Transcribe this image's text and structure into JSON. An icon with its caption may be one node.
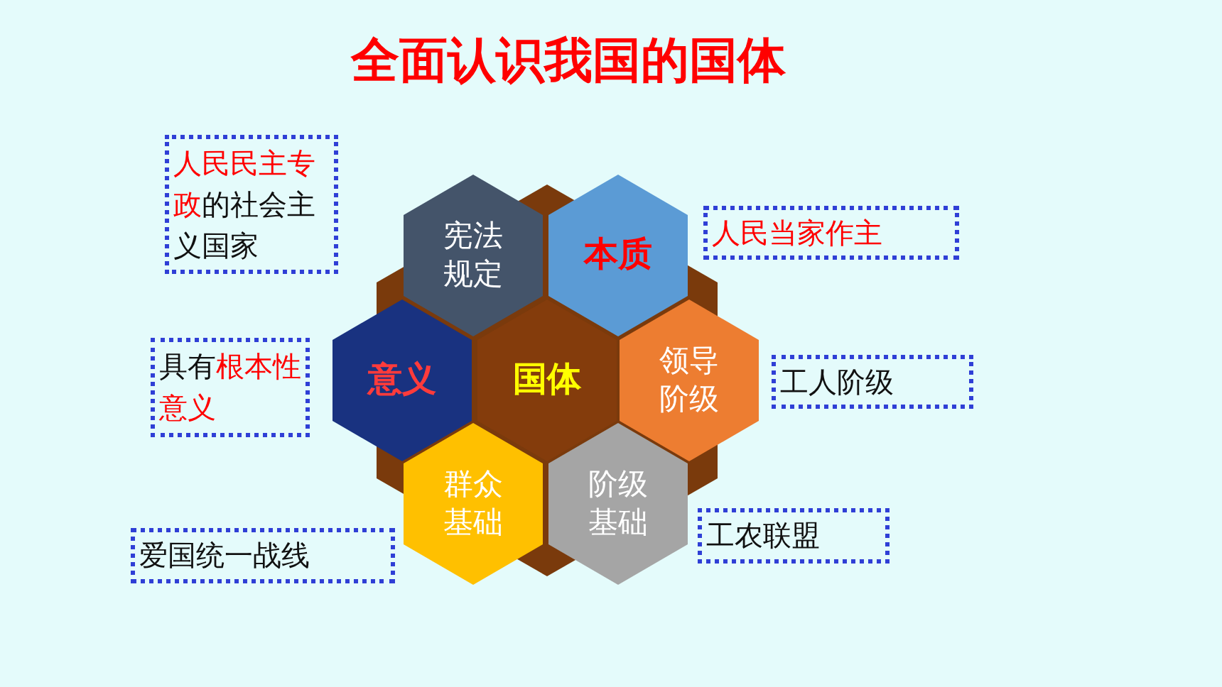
{
  "diagram": {
    "title": "全面认识我国的国体",
    "nodes": [
      {
        "text": [
          "**人民民主专政**的社会主义国家"
        ]
      },
      {
        "text": [
          "宪法规定"
        ]
      },
      {
        "text": [
          "本质"
        ]
      },
      {
        "text": [
          "人民当家作主"
        ]
      },
      {
        "text": [
          "具有**根本性意义**"
        ]
      },
      {
        "text": [
          "意义"
        ]
      },
      {
        "text": [
          "国体"
        ]
      },
      {
        "text": [
          "领导阶级"
        ]
      },
      {
        "text": [
          "工人阶级"
        ]
      },
      {
        "text": [
          "群众基础"
        ]
      },
      {
        "text": [
          "阶级基础"
        ]
      },
      {
        "text": [
          "爱国统一战线"
        ]
      },
      {
        "text": [
          "工农联盟"
        ]
      }
    ],
    "edges": []
  }
}
